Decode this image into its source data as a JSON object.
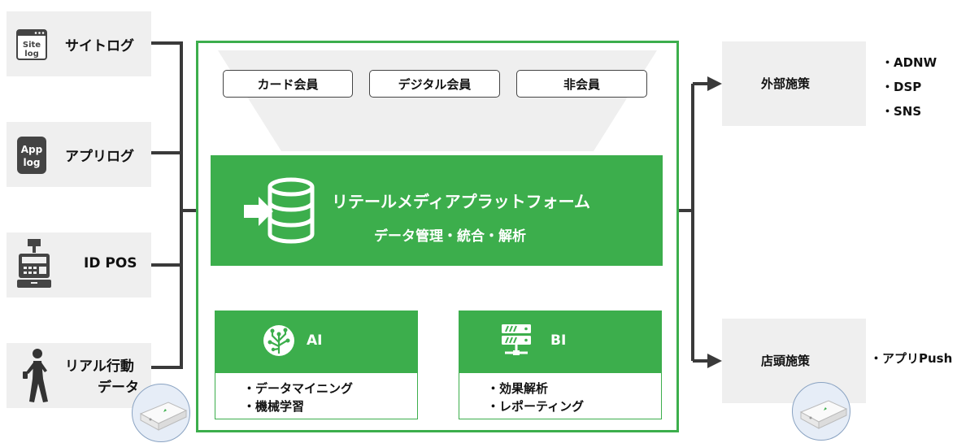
{
  "sources": {
    "site_log": {
      "label": "サイトログ",
      "icon_top": "Site",
      "icon_bottom": "log"
    },
    "app_log": {
      "label": "アプリログ",
      "icon_top": "App",
      "icon_bottom": "log"
    },
    "id_pos": {
      "label": "ID POS"
    },
    "real_behavior": {
      "label_line1": "リアル行動",
      "label_line2": "データ"
    }
  },
  "members": [
    "カード会員",
    "デジタル会員",
    "非会員"
  ],
  "platform": {
    "title": "リテールメディアプラットフォーム",
    "subtitle": "データ管理・統合・解析"
  },
  "modules": {
    "ai": {
      "name": "AI",
      "items": [
        "・データマイニング",
        "・機械学習"
      ]
    },
    "bi": {
      "name": "BI",
      "items": [
        "・効果解析",
        "・レポーティング"
      ]
    }
  },
  "destinations": {
    "external": {
      "label": "外部施策",
      "items": [
        "・ADNW",
        "・DSP",
        "・SNS"
      ]
    },
    "store": {
      "label": "店頭施策",
      "items": [
        "・アプリPush"
      ]
    }
  },
  "colors": {
    "accent_green": "#3cae4c",
    "box_gray": "#efefef",
    "line_dark": "#3a3a3a"
  },
  "icons": [
    "site-log-icon",
    "app-log-icon",
    "pos-register-icon",
    "walking-person-icon",
    "database-import-icon",
    "ai-circuit-icon",
    "server-icon",
    "router-device-icon",
    "arrow-right-icon"
  ]
}
